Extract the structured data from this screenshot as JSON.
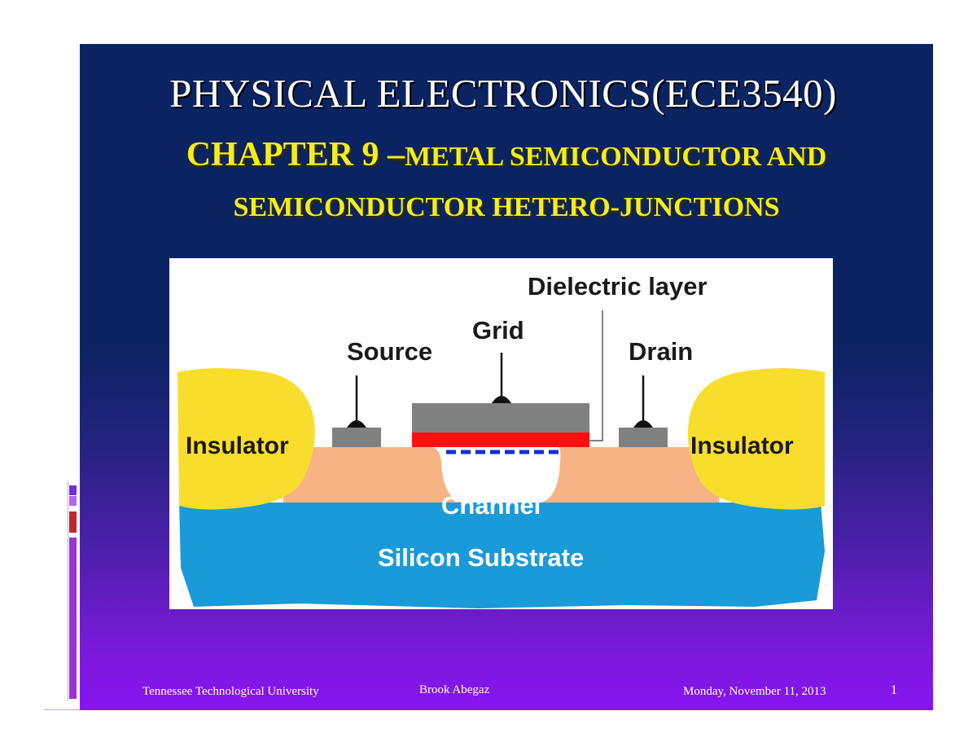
{
  "slide": {
    "title": "PHYSICAL ELECTRONICS(ECE3540)",
    "subtitle_prefix": "CHAPTER 9 –",
    "subtitle_line1_rest": "METAL SEMICONDUCTOR AND",
    "subtitle_line2": "SEMICONDUCTOR HETERO-JUNCTIONS"
  },
  "diagram": {
    "labels": {
      "dielectric": "Dielectric layer",
      "grid": "Grid",
      "source": "Source",
      "drain": "Drain",
      "insulator_left": "Insulator",
      "insulator_right": "Insulator",
      "channel": "Channel",
      "substrate": "Silicon Substrate"
    },
    "colors": {
      "insulator": "#f9dd2c",
      "substrate": "#1a9ad9",
      "doped_region": "#f7b384",
      "contact": "#808080",
      "dielectric": "#ff1010",
      "channel_line": "#0d2ee0"
    }
  },
  "footer": {
    "institution": "Tennessee Technological University",
    "author": "Brook Abegaz",
    "date": "Monday, November 11, 2013",
    "page_number": "1"
  }
}
